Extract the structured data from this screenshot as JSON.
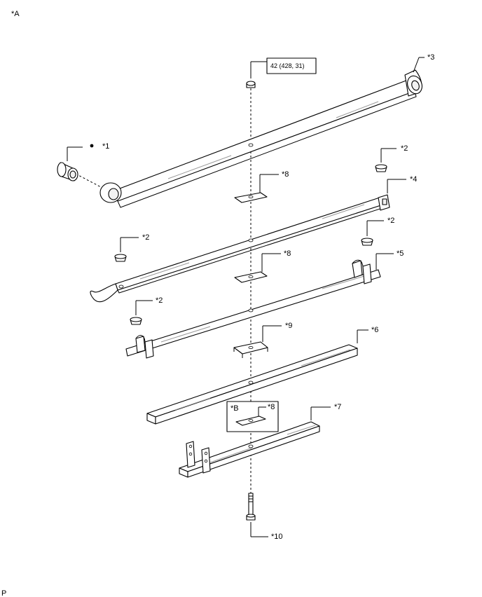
{
  "corner_label": "*A",
  "footer_label": "P",
  "torque_spec": "42 (428, 31)",
  "parts": {
    "p1": "*1",
    "p2a": "*2",
    "p2b": "*2",
    "p2c": "*2",
    "p2d": "*2",
    "p3": "*3",
    "p4": "*4",
    "p5": "*5",
    "p6": "*6",
    "p7": "*7",
    "p8a": "*8",
    "p8b": "*8",
    "p8c": "*8",
    "p9": "*9",
    "p10": "*10"
  },
  "inset_label": "*B",
  "icons": {
    "bullet": "filled-dot-icon"
  }
}
